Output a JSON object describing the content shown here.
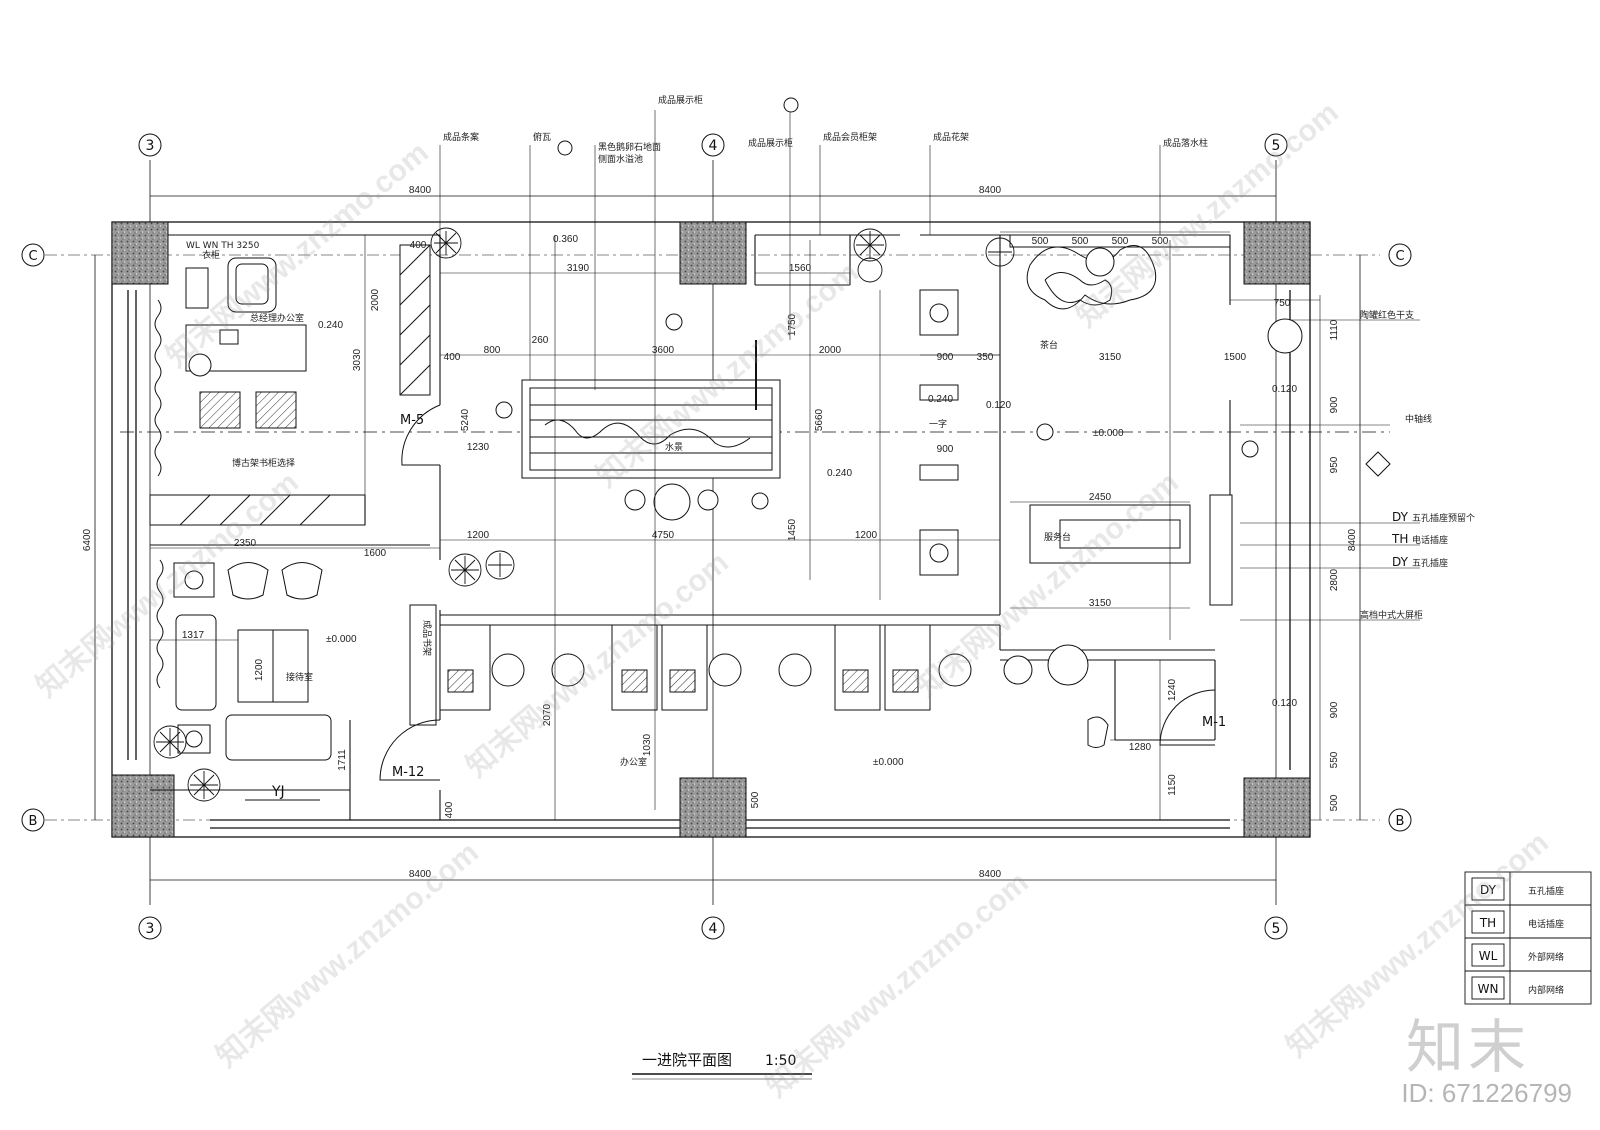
{
  "title": {
    "text": "一进院平面图",
    "scale": "1:50"
  },
  "grid": {
    "col3": "3",
    "col4": "4",
    "col5": "5",
    "rowC": "C",
    "rowB": "B"
  },
  "dims": {
    "top_left": "8400",
    "top_right": "8400",
    "bottom_left": "8400",
    "bottom_right": "8400",
    "left_total": "6400",
    "right_total": "8400",
    "d3190": "3190",
    "d1560": "1560",
    "d3600": "3600",
    "d2000": "2000",
    "d800": "800",
    "d260": "260",
    "d1230": "1230",
    "d1200a": "1200",
    "d4750": "4750",
    "d1200b": "1200",
    "d2350": "2350",
    "d1600": "1600",
    "d1317": "1317",
    "d1200c": "1200",
    "d1711": "1711",
    "d2070": "2070",
    "d1030": "1030",
    "d500": "500",
    "d400a": "400",
    "d400b": "400",
    "d400c": "400",
    "d2450": "2450",
    "d3150a": "3150",
    "d3150b": "3150",
    "d900a": "900",
    "d350": "350",
    "d900b": "900",
    "d1280": "1280",
    "d750": "750",
    "d1500": "1500",
    "d2800": "2800",
    "r500a": "500",
    "r500b": "500",
    "r500c": "500",
    "r500d": "500",
    "v1110": "1110",
    "v900": "900",
    "v950": "950",
    "v900b": "900",
    "v550": "550",
    "v500": "500",
    "v2000": "2000",
    "v3030": "3030",
    "v5240": "5240",
    "v5660": "5660",
    "v1750": "1750",
    "v1450": "1450",
    "v1240": "1240",
    "v1150": "1150"
  },
  "levels": {
    "l1": "0.240",
    "l2": "0.360",
    "l3": "0.240",
    "l4": "0.120",
    "l5": "0.120",
    "l6": "0.240",
    "l7": "0.120",
    "f1": "±0.000",
    "f2": "±0.000",
    "f3": "±0.000"
  },
  "doors": {
    "m5": "M-5",
    "m12": "M-12",
    "m1": "M-1"
  },
  "callouts": {
    "c1": "成品条案",
    "c2": "俯瓦",
    "c3": "黑色鹅卵石地面",
    "c3b": "侧面水溢池",
    "c4": "成品展示柜",
    "c5": "成品展示柜",
    "c6": "成品会员柜架",
    "c7": "成品花架",
    "c8": "成品落水柱",
    "c9": "陶罐红色干支",
    "c10": "中轴线",
    "c11": "五孔插座预留个",
    "c12": "电话插座",
    "c13": "五孔插座",
    "c14": "高档中式大屏柜"
  },
  "rooms": {
    "r1": "总经理办公室",
    "r2": "接待室",
    "r3": "办公室",
    "r4": "茶台",
    "r5": "服务台",
    "r6": "水景",
    "r7": "博古架书柜选择",
    "r8": "成品书架",
    "r9": "一字",
    "r10": "YJ",
    "r11": "衣柜",
    "sock": "WL WN TH 3250"
  },
  "symbols_side": {
    "dy": "DY",
    "th": "TH",
    "dy2": "DY"
  },
  "legend": [
    {
      "code": "DY",
      "text": "五孔插座"
    },
    {
      "code": "TH",
      "text": "电话插座"
    },
    {
      "code": "WL",
      "text": "外部网络"
    },
    {
      "code": "WN",
      "text": "内部网络"
    }
  ],
  "branding": {
    "logo": "知末",
    "id": "ID: 671226799",
    "watermark": "知末网www.znzmo.com"
  },
  "colors": {
    "line": "#111111",
    "hatch": "#7a7a7a",
    "bg": "#ffffff"
  }
}
